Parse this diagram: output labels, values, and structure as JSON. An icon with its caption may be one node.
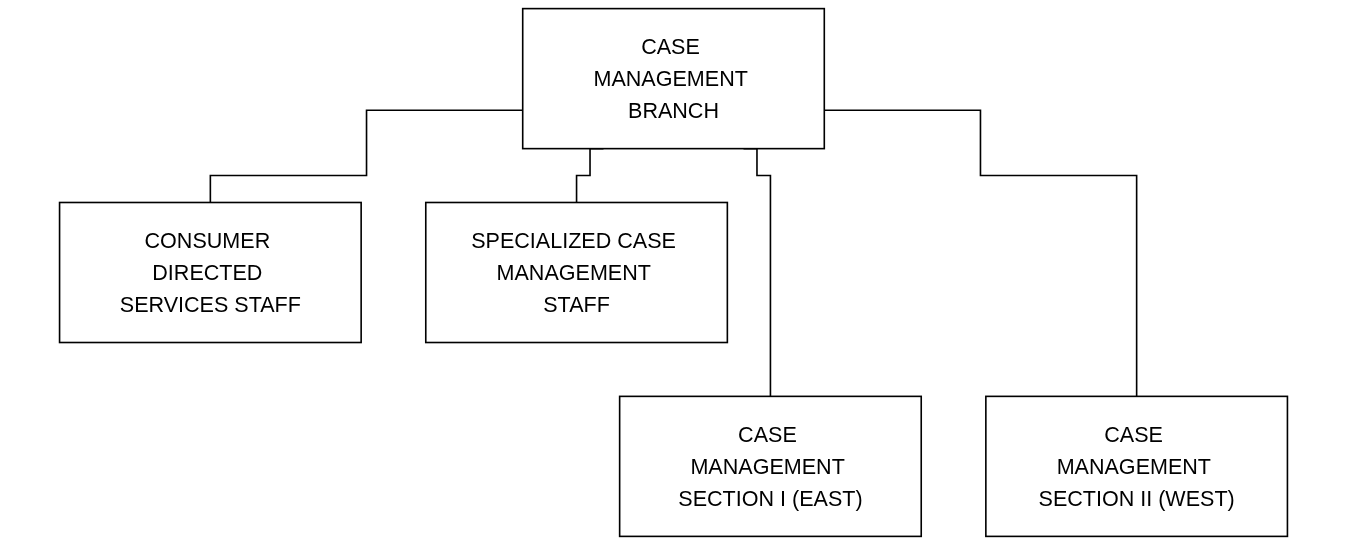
{
  "diagram": {
    "nodes": [
      {
        "text": [
          "CASE MANAGEMENT BRANCH"
        ]
      },
      {
        "text": [
          "CONSUMER DIRECTED SERVICES STAFF"
        ]
      },
      {
        "text": [
          "SPECIALIZED CASE MANAGEMENT STAFF"
        ]
      },
      {
        "text": [
          "CASE MANAGEMENT SECTION I (EAST)"
        ]
      },
      {
        "text": [
          "CASE MANAGEMENT SECTION II (WEST)"
        ]
      }
    ],
    "edges": [
      {
        "from": 0,
        "to": 1,
        "arrow": "none"
      },
      {
        "from": 0,
        "to": 2,
        "arrow": "none"
      },
      {
        "from": 0,
        "to": 3,
        "arrow": "none"
      },
      {
        "from": 0,
        "to": 4,
        "arrow": "none"
      }
    ]
  }
}
